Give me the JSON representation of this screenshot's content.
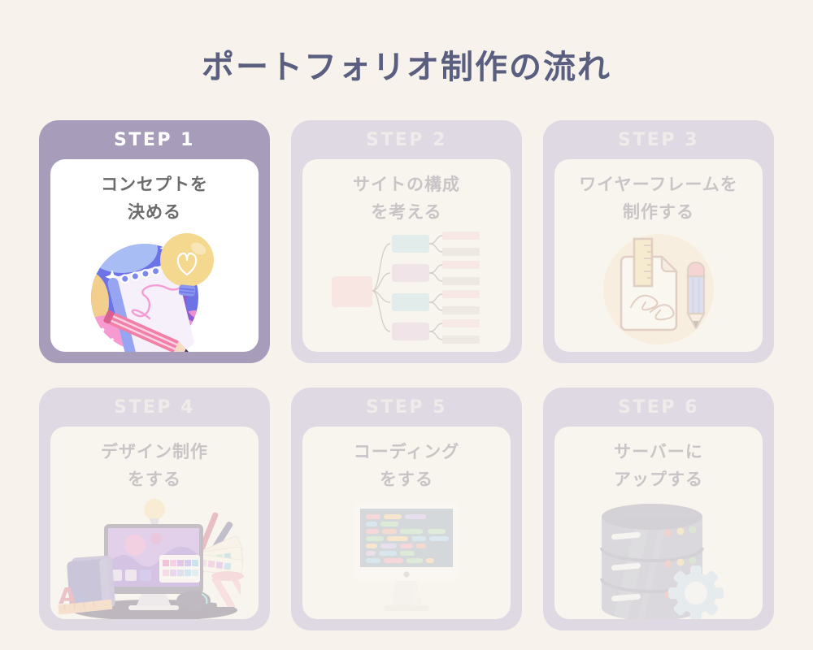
{
  "page": {
    "title": "ポートフォリオ制作の流れ",
    "background_color": "#f7f3ec",
    "title_color": "#5a5f80"
  },
  "colors": {
    "active_frame": "#a79dba",
    "inactive_frame": "#ded9e2",
    "active_card_bg": "#ffffff",
    "inactive_card_bg": "#f8f4ee",
    "active_step_label": "#ffffff",
    "inactive_step_label": "#f0ebeb",
    "active_title_text": "#6b6b6b",
    "inactive_title_text": "#c9c5c7"
  },
  "steps": [
    {
      "label": "STEP 1",
      "title_line1": "コンセプトを",
      "title_line2": "決める",
      "state": "active",
      "icon": "notebook-pencil-lightbulb-icon"
    },
    {
      "label": "STEP 2",
      "title_line1": "サイトの構成",
      "title_line2": "を考える",
      "state": "inactive",
      "icon": "sitemap-tree-icon"
    },
    {
      "label": "STEP 3",
      "title_line1": "ワイヤーフレームを",
      "title_line2": "制作する",
      "state": "inactive",
      "icon": "wireframe-document-pencil-icon"
    },
    {
      "label": "STEP 4",
      "title_line1": "デザイン制作",
      "title_line2": "をする",
      "state": "inactive",
      "icon": "design-workspace-icon"
    },
    {
      "label": "STEP 5",
      "title_line1": "コーディング",
      "title_line2": "をする",
      "state": "inactive",
      "icon": "coding-monitor-icon"
    },
    {
      "label": "STEP 6",
      "title_line1": "サーバーに",
      "title_line2": "アップする",
      "state": "inactive",
      "icon": "server-database-gear-icon"
    }
  ]
}
